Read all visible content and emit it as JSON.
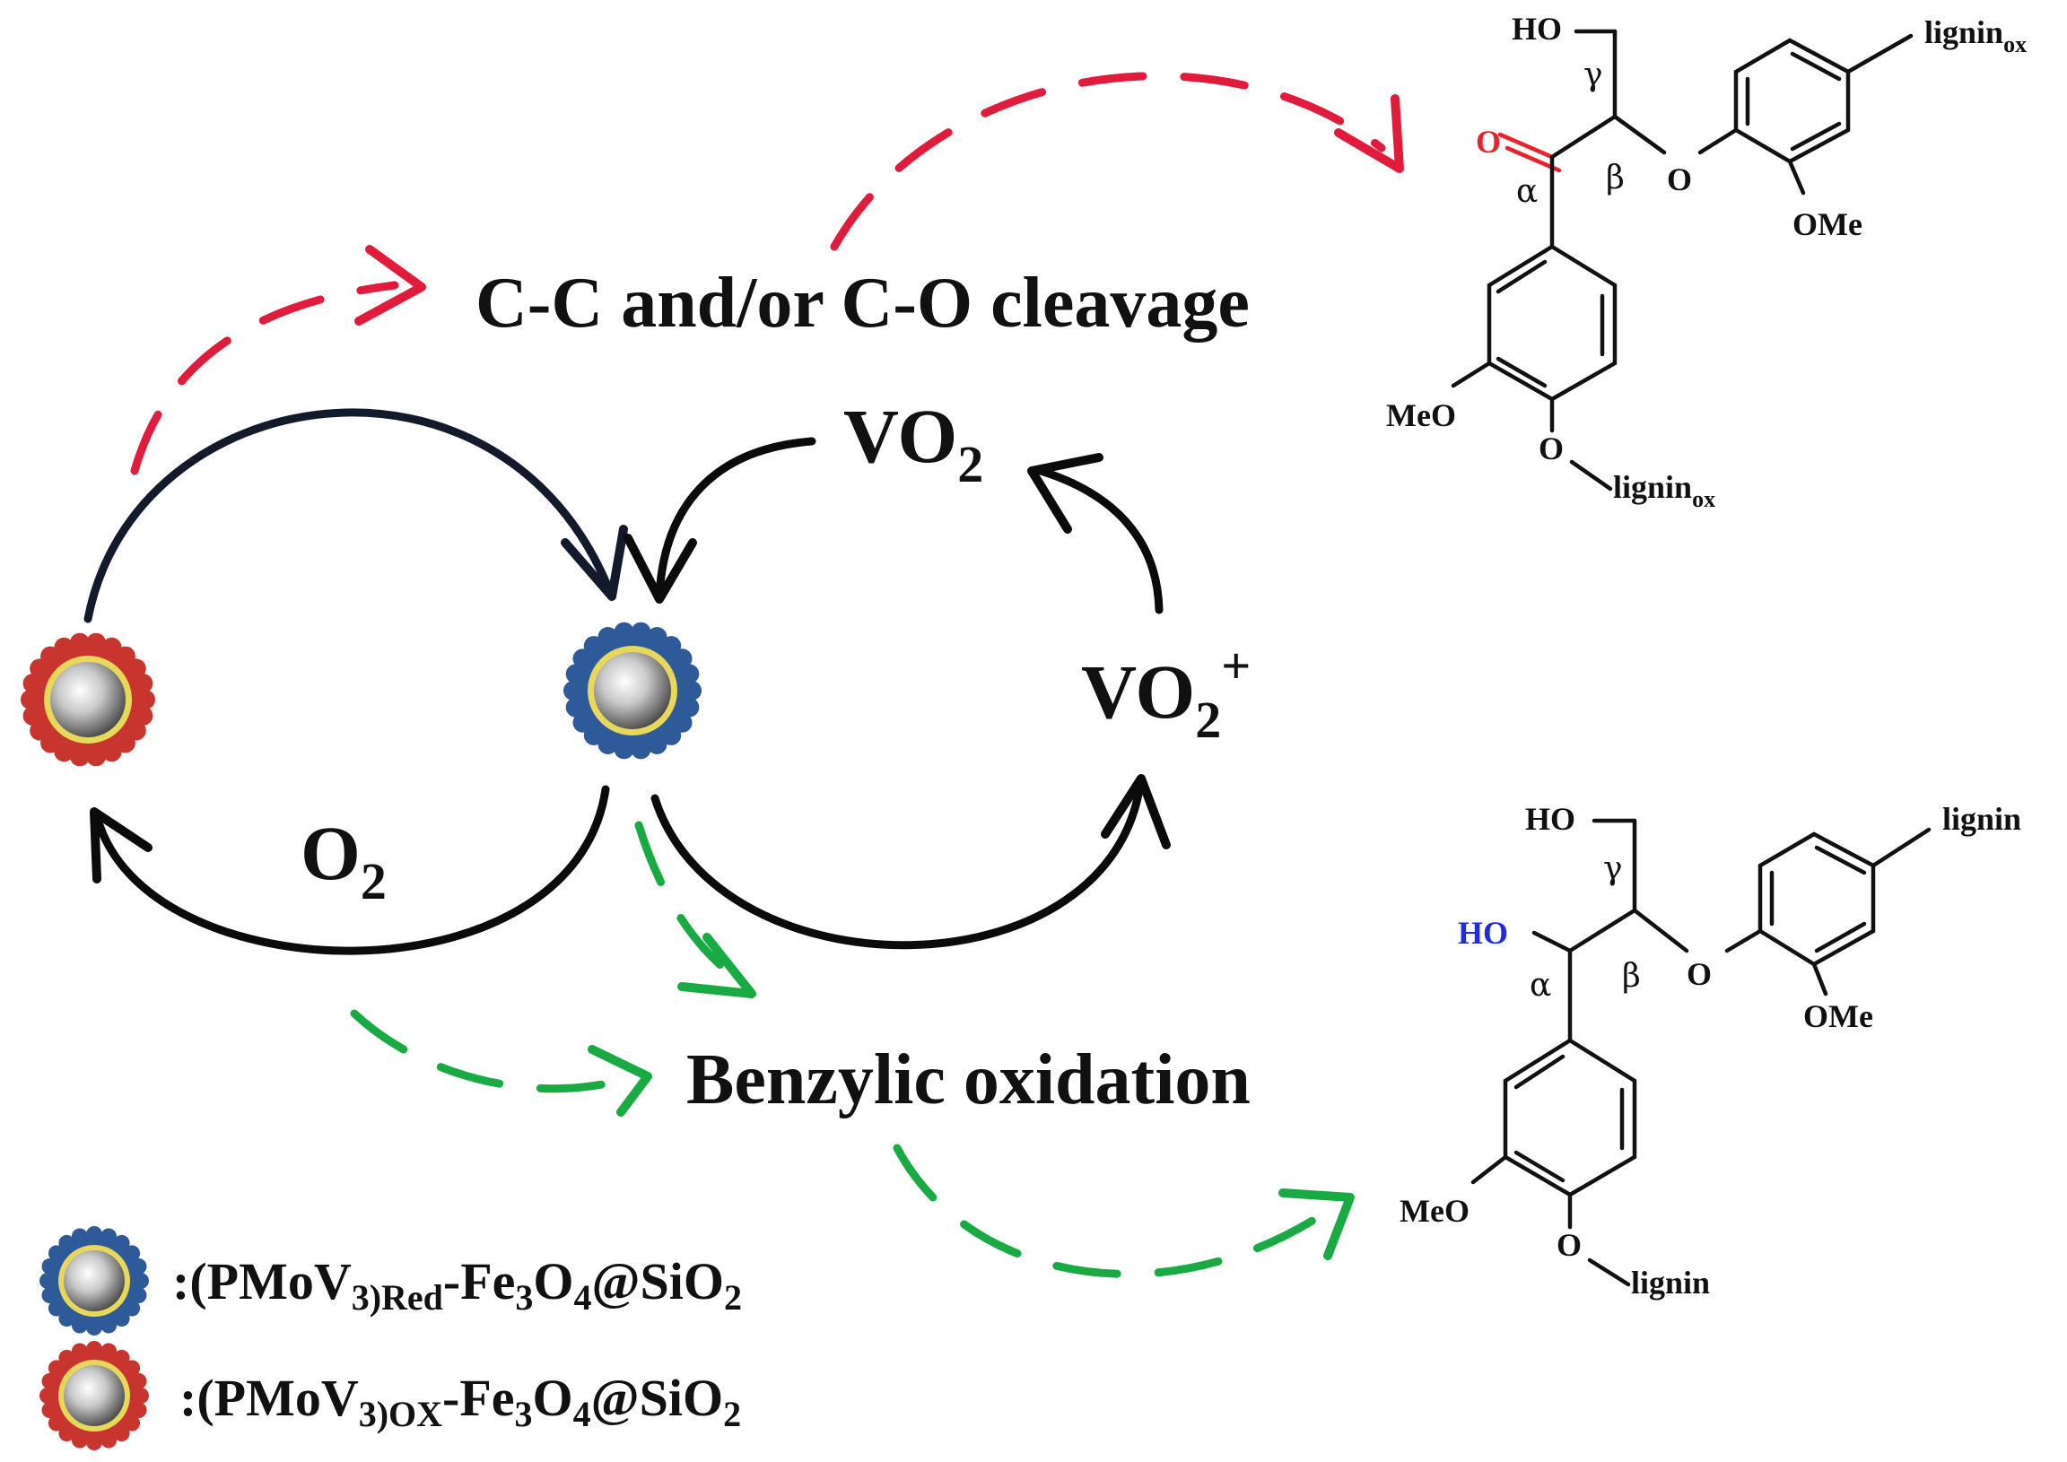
{
  "labels": {
    "cleavage": "C-C and/or C-O cleavage",
    "benzylic": "Benzylic oxidation",
    "vo2": {
      "main": "VO",
      "sub": "2"
    },
    "vo2_plus": {
      "main": "VO",
      "sub": "2",
      "sup": "+"
    },
    "o2": {
      "main": "O",
      "sub": "2"
    }
  },
  "legend": [
    {
      "colon": ":",
      "parts": [
        {
          "t": "(PMoV",
          "s": ""
        },
        {
          "t": "3)",
          "s": "sub"
        },
        {
          "t": "Red",
          "s": "sub"
        },
        {
          "t": "-Fe",
          "s": ""
        },
        {
          "t": "3",
          "s": "sub"
        },
        {
          "t": "O",
          "s": ""
        },
        {
          "t": "4",
          "s": "sub"
        },
        {
          "t": "@SiO",
          "s": ""
        },
        {
          "t": "2",
          "s": "sub"
        }
      ],
      "color": "#2f5a9a"
    },
    {
      "colon": ":",
      "parts": [
        {
          "t": "(PMoV",
          "s": ""
        },
        {
          "t": "3)",
          "s": "sub"
        },
        {
          "t": "OX",
          "s": "sub"
        },
        {
          "t": "-Fe",
          "s": ""
        },
        {
          "t": "3",
          "s": "sub"
        },
        {
          "t": "O",
          "s": ""
        },
        {
          "t": "4",
          "s": "sub"
        },
        {
          "t": "@SiO",
          "s": ""
        },
        {
          "t": "2",
          "s": "sub"
        }
      ],
      "color": "#c8352e"
    }
  ],
  "molecule_top": {
    "ho": "HO",
    "gamma": "γ",
    "carbonyl_o": "O",
    "alpha": "α",
    "beta": "β",
    "ether_o": "O",
    "ome": "OMe",
    "lignin_tr": "lignin",
    "lignin_tr_sub": "ox",
    "meo": "MeO",
    "o_bottom": "O",
    "lignin_b": "lignin",
    "lignin_b_sub": "ox"
  },
  "molecule_bottom": {
    "ho": "HO",
    "gamma": "γ",
    "ho_alpha": "HO",
    "alpha": "α",
    "beta": "β",
    "ether_o": "O",
    "ome": "OMe",
    "lignin_tr": "lignin",
    "meo": "MeO",
    "o_bottom": "O",
    "lignin_b": "lignin"
  },
  "colors": {
    "red_path": "#e01b3b",
    "green_path": "#1aaa44",
    "carbonyl": "#e8232c",
    "hydroxyl": "#1f2ce0",
    "reduced_catalyst": "#2f5a9a",
    "oxidized_catalyst": "#c8352e",
    "shell": "#e7d75a"
  }
}
